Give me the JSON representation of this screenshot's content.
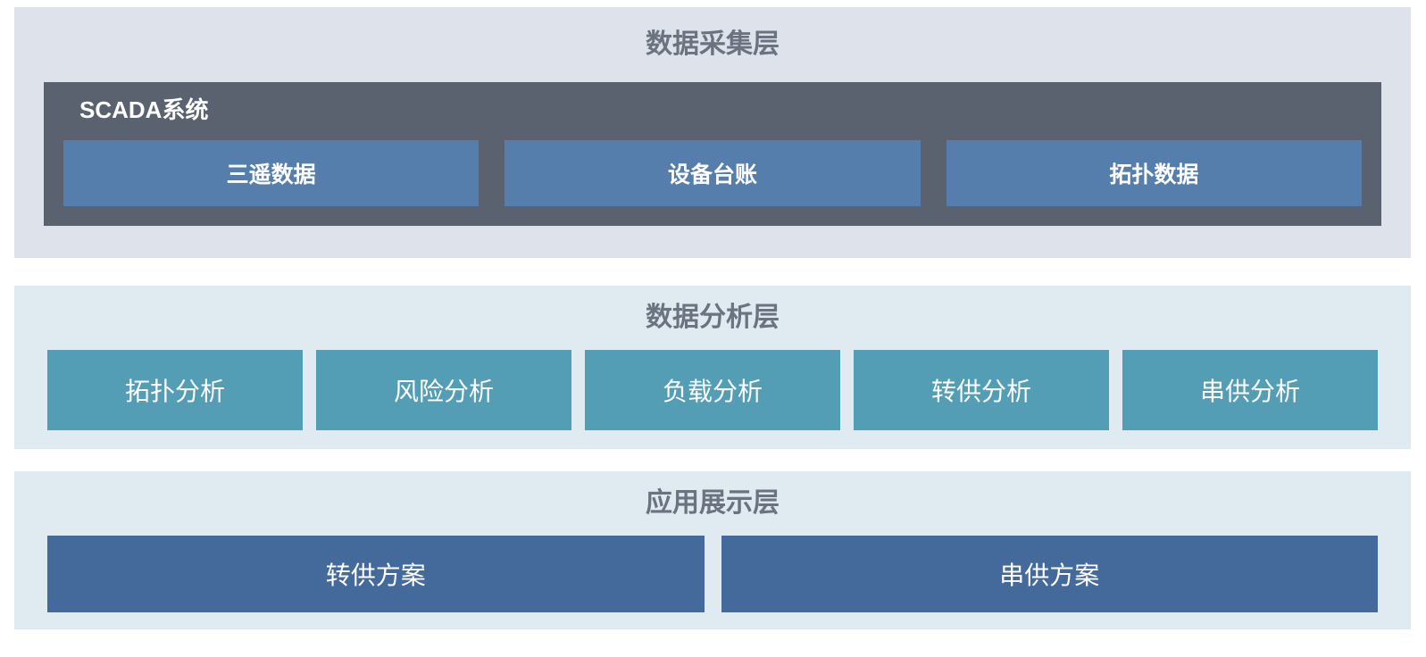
{
  "page": {
    "background": "#ffffff"
  },
  "colors": {
    "collection_layer_bg": "#dee2eb",
    "analysis_layer_bg": "#dfeaf1",
    "application_layer_bg": "#dfeaf1",
    "layer_title_color": "#6b7280",
    "scada_panel_bg": "#5a6270",
    "scada_item_bg": "#567ead",
    "analysis_item_bg": "#549eb5",
    "plan_item_bg": "#44699b",
    "box_text_color": "#ffffff"
  },
  "layers": {
    "collection": {
      "title": "数据采集层",
      "scada": {
        "label": "SCADA系统",
        "items": [
          {
            "label": "三遥数据"
          },
          {
            "label": "设备台账"
          },
          {
            "label": "拓扑数据"
          }
        ]
      }
    },
    "analysis": {
      "title": "数据分析层",
      "items": [
        {
          "label": "拓扑分析"
        },
        {
          "label": "风险分析"
        },
        {
          "label": "负载分析"
        },
        {
          "label": "转供分析"
        },
        {
          "label": "串供分析"
        }
      ]
    },
    "application": {
      "title": "应用展示层",
      "items": [
        {
          "label": "转供方案"
        },
        {
          "label": "串供方案"
        }
      ]
    }
  }
}
